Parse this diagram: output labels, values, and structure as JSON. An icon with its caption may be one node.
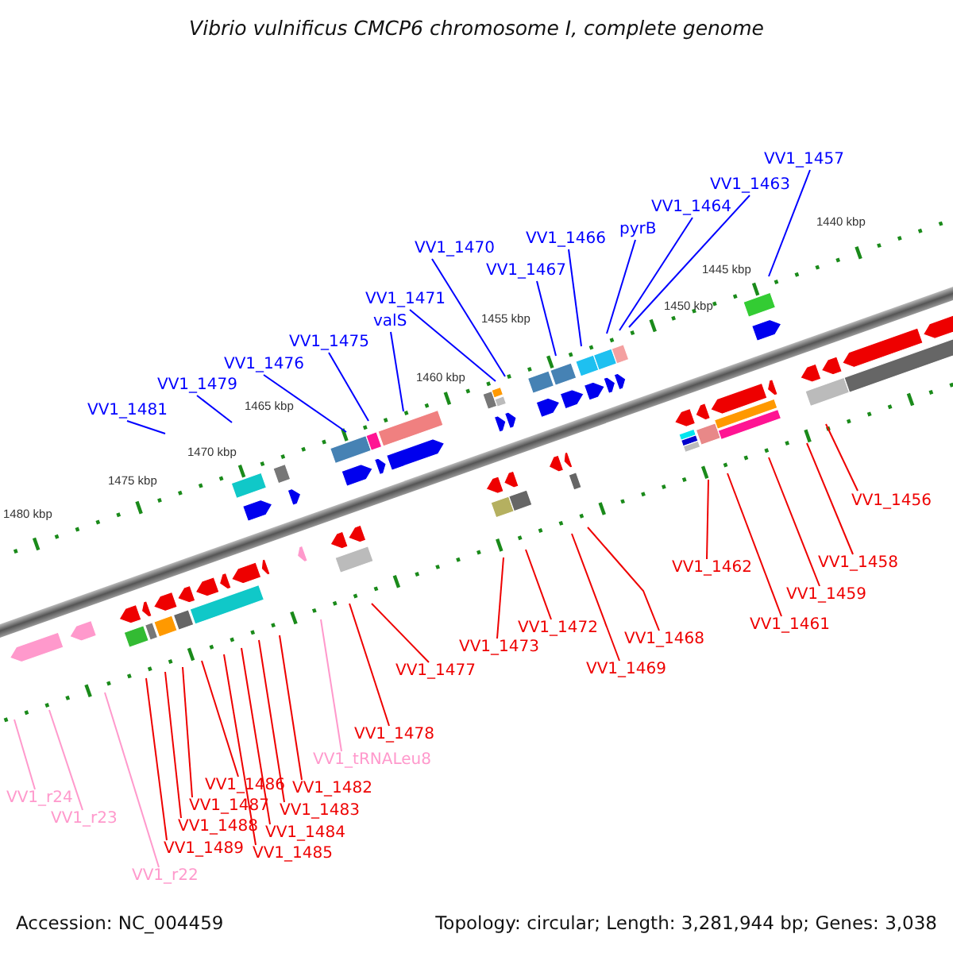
{
  "diagram": {
    "title": "Vibrio vulnificus CMCP6 chromosome I, complete genome",
    "nodes": [
      {
        "text": [
          "VV1_1481"
        ]
      },
      {
        "text": [
          "VV1_1479"
        ]
      },
      {
        "text": [
          "VV1_1476"
        ]
      },
      {
        "text": [
          "VV1_1475"
        ]
      },
      {
        "text": [
          "valS"
        ]
      },
      {
        "text": [
          "VV1_1471"
        ]
      },
      {
        "text": [
          "VV1_1470"
        ]
      },
      {
        "text": [
          "VV1_1467"
        ]
      },
      {
        "text": [
          "VV1_1466"
        ]
      },
      {
        "text": [
          "pyrB"
        ]
      },
      {
        "text": [
          "VV1_1464"
        ]
      },
      {
        "text": [
          "VV1_1463"
        ]
      },
      {
        "text": [
          "VV1_1457"
        ]
      },
      {
        "text": [
          "VV1_1456"
        ]
      },
      {
        "text": [
          "VV1_1458"
        ]
      },
      {
        "text": [
          "VV1_1459"
        ]
      },
      {
        "text": [
          "VV1_1461"
        ]
      },
      {
        "text": [
          "VV1_1462"
        ]
      },
      {
        "text": [
          "VV1_1468"
        ]
      },
      {
        "text": [
          "VV1_1469"
        ]
      },
      {
        "text": [
          "VV1_1472"
        ]
      },
      {
        "text": [
          "VV1_1473"
        ]
      },
      {
        "text": [
          "VV1_1477"
        ]
      },
      {
        "text": [
          "VV1_1478"
        ]
      },
      {
        "text": [
          "VV1_tRNALeu8"
        ]
      },
      {
        "text": [
          "VV1_1482"
        ]
      },
      {
        "text": [
          "VV1_1483"
        ]
      },
      {
        "text": [
          "VV1_1484"
        ]
      },
      {
        "text": [
          "VV1_1485"
        ]
      },
      {
        "text": [
          "VV1_1486"
        ]
      },
      {
        "text": [
          "VV1_1487"
        ]
      },
      {
        "text": [
          "VV1_1488"
        ]
      },
      {
        "text": [
          "VV1_1489"
        ]
      },
      {
        "text": [
          "VV1_r24"
        ]
      },
      {
        "text": [
          "VV1_r23"
        ]
      },
      {
        "text": [
          "VV1_r22"
        ]
      }
    ],
    "edges": [
      {
        "from": 0,
        "to": null,
        "arrow": "none",
        "color": "#0000ff"
      },
      {
        "from": 1,
        "to": null,
        "arrow": "none",
        "color": "#0000ff"
      },
      {
        "from": 2,
        "to": null,
        "arrow": "none",
        "color": "#0000ff"
      },
      {
        "from": 3,
        "to": null,
        "arrow": "none",
        "color": "#0000ff"
      },
      {
        "from": 4,
        "to": null,
        "arrow": "none",
        "color": "#0000ff"
      },
      {
        "from": 5,
        "to": null,
        "arrow": "none",
        "color": "#0000ff"
      },
      {
        "from": 6,
        "to": null,
        "arrow": "none",
        "color": "#0000ff"
      },
      {
        "from": 7,
        "to": null,
        "arrow": "none",
        "color": "#0000ff"
      },
      {
        "from": 8,
        "to": null,
        "arrow": "none",
        "color": "#0000ff"
      },
      {
        "from": 9,
        "to": null,
        "arrow": "none",
        "color": "#0000ff"
      },
      {
        "from": 10,
        "to": null,
        "arrow": "none",
        "color": "#0000ff"
      },
      {
        "from": 11,
        "to": null,
        "arrow": "none",
        "color": "#0000ff"
      },
      {
        "from": 12,
        "to": null,
        "arrow": "none",
        "color": "#0000ff"
      },
      {
        "from": 13,
        "to": null,
        "arrow": "none"
      },
      {
        "from": 14,
        "to": null,
        "arrow": "none"
      },
      {
        "from": 15,
        "to": null,
        "arrow": "none"
      },
      {
        "from": 16,
        "to": null,
        "arrow": "none"
      },
      {
        "from": 17,
        "to": null,
        "arrow": "none"
      },
      {
        "from": 18,
        "to": null,
        "arrow": "none"
      },
      {
        "from": 19,
        "to": null,
        "arrow": "none"
      },
      {
        "from": 20,
        "to": null,
        "arrow": "none"
      },
      {
        "from": 21,
        "to": null,
        "arrow": "none"
      },
      {
        "from": 22,
        "to": null,
        "arrow": "none"
      },
      {
        "from": 23,
        "to": null,
        "arrow": "none"
      },
      {
        "from": 24,
        "to": null,
        "arrow": "none",
        "color": "#ff99cc"
      },
      {
        "from": 25,
        "to": null,
        "arrow": "none"
      },
      {
        "from": 26,
        "to": null,
        "arrow": "none"
      },
      {
        "from": 27,
        "to": null,
        "arrow": "none"
      },
      {
        "from": 28,
        "to": null,
        "arrow": "none"
      },
      {
        "from": 29,
        "to": null,
        "arrow": "none"
      },
      {
        "from": 30,
        "to": null,
        "arrow": "none"
      },
      {
        "from": 31,
        "to": null,
        "arrow": "none"
      },
      {
        "from": 32,
        "to": null,
        "arrow": "none"
      },
      {
        "from": 33,
        "to": null,
        "arrow": "none",
        "color": "#ff99cc"
      },
      {
        "from": 34,
        "to": null,
        "arrow": "none",
        "color": "#ff99cc"
      },
      {
        "from": 35,
        "to": null,
        "arrow": "none",
        "color": "#ff99cc"
      }
    ],
    "labels": [
      "1440 kbp",
      "1445 kbp",
      "1450 kbp",
      "1455 kbp",
      "1460 kbp",
      "1465 kbp",
      "1470 kbp",
      "1475 kbp",
      "1480 kbp",
      "Accession: NC_004459",
      "Topology: circular; Length: 3,281,944 bp; Genes: 3,038"
    ]
  }
}
